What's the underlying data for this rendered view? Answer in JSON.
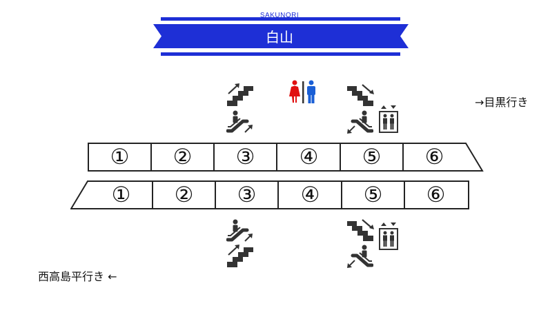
{
  "line": {
    "name": "SAKUNORI",
    "accent": "#1e2fd6"
  },
  "station": {
    "name": "白山"
  },
  "destinations": {
    "upper": "→目黒行き",
    "lower": "西高島平行き ←"
  },
  "upper_track": {
    "cars": [
      "①",
      "②",
      "③",
      "④",
      "⑤",
      "⑥"
    ]
  },
  "lower_track": {
    "cars": [
      "①",
      "②",
      "③",
      "④",
      "⑤",
      "⑥"
    ]
  },
  "facilities": {
    "upper": [
      {
        "car": 3,
        "icons": [
          "stairs-up-icon",
          "escalator-up-icon"
        ]
      },
      {
        "car": 4,
        "icons": [
          "restroom-icon"
        ]
      },
      {
        "car": 5,
        "icons": [
          "stairs-down-icon",
          "escalator-down-icon",
          "elevator-icon"
        ]
      }
    ],
    "lower": [
      {
        "car": 3,
        "icons": [
          "escalator-up-icon",
          "stairs-up-icon"
        ]
      },
      {
        "car": 5,
        "icons": [
          "stairs-down-icon",
          "escalator-down-icon",
          "elevator-icon"
        ]
      }
    ]
  },
  "colors": {
    "male": "#1a5fd6",
    "female": "#e01010",
    "icon": "#333333"
  }
}
